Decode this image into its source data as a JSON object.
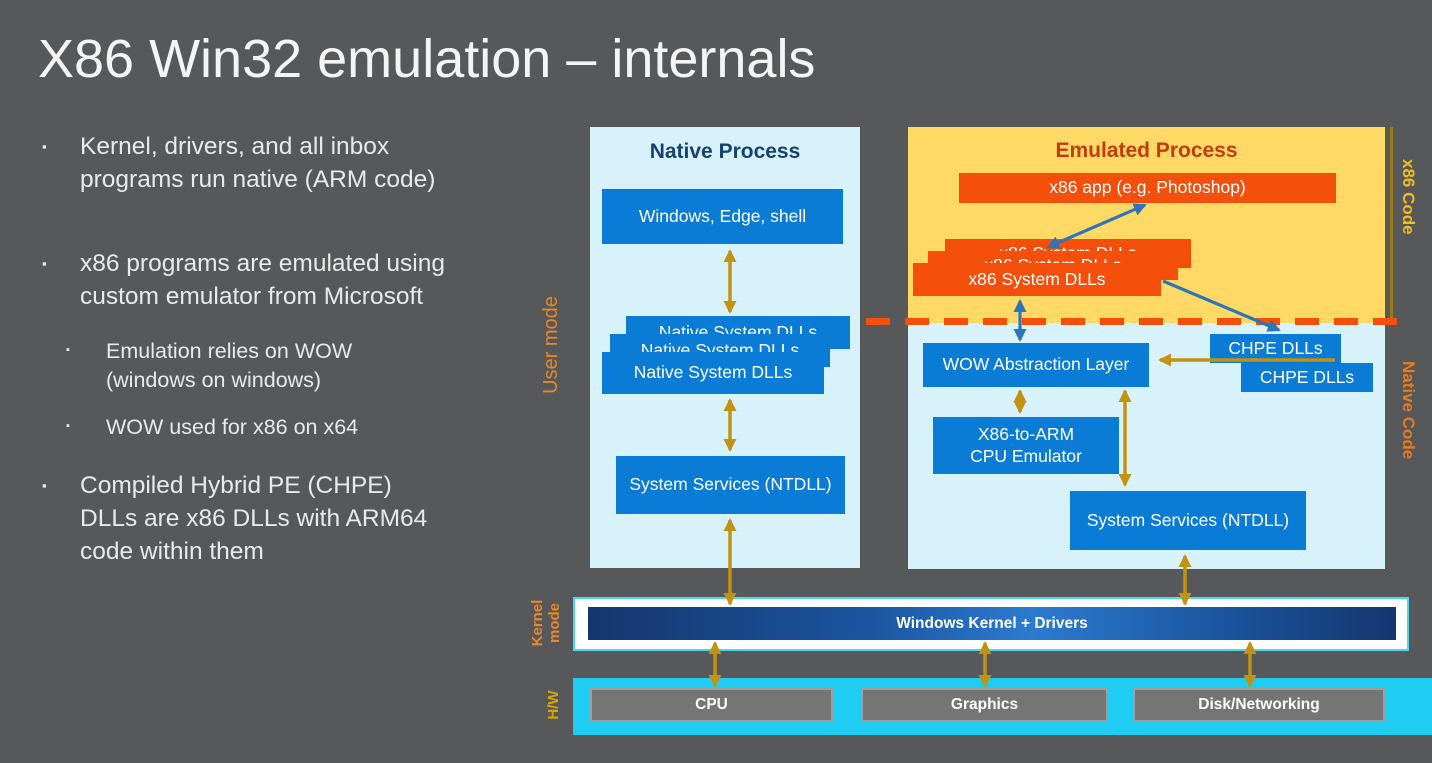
{
  "slide": {
    "title": "X86 Win32 emulation – internals"
  },
  "bullets": [
    {
      "level": 1,
      "text": "Kernel, drivers, and all inbox programs run native (ARM code)"
    },
    {
      "level": 1,
      "text": "x86 programs are emulated using custom emulator from Microsoft"
    },
    {
      "level": 2,
      "text": "Emulation relies on WOW (windows on windows)"
    },
    {
      "level": 2,
      "text": "WOW used for x86 on x64"
    },
    {
      "level": 1,
      "text": "Compiled Hybrid PE (CHPE) DLLs are x86 DLLs with ARM64 code within them"
    }
  ],
  "bullet_marker": "▪",
  "diagram": {
    "native_panel": {
      "title": "Native Process",
      "boxes": {
        "app": "Windows, Edge, shell",
        "dll": "Native System DLLs",
        "ntdll": "System Services (NTDLL)"
      }
    },
    "emulated_panel": {
      "title": "Emulated Process",
      "boxes": {
        "app": "x86 app (e.g. Photoshop)",
        "dll": "x86 System DLLs",
        "wow": "WOW Abstraction Layer",
        "chpe": "CHPE DLLs",
        "emulator": "X86-to-ARM CPU Emulator",
        "ntdll": "System Services (NTDLL)"
      }
    },
    "kernel_bar": {
      "label": "Windows Kernel + Drivers"
    },
    "hw": {
      "items": [
        "CPU",
        "Graphics",
        "Disk/Networking"
      ]
    },
    "side_labels": {
      "user_mode": "User mode",
      "kernel_mode": "Kernel mode",
      "hw": "H/W",
      "x86_code": "x86 Code",
      "native_code": "Native Code"
    }
  },
  "palette": {
    "background": "#565859",
    "panel_light_blue": "#D8F2FC",
    "panel_yellow": "#FFD966",
    "box_blue": "#0A7CD6",
    "box_orange": "#F4500B",
    "dashed_divider": "#F4500B",
    "arrow_gold": "#C29212",
    "arrow_blue": "#2E75B6",
    "hw_cyan": "#1FCCF2",
    "hw_gray": "#757575",
    "kernel_navy": "#14366E",
    "label_orange": "#E8872B",
    "label_gold": "#EFBE1E",
    "native_title": "#164272",
    "emulated_title": "#C23C10"
  }
}
